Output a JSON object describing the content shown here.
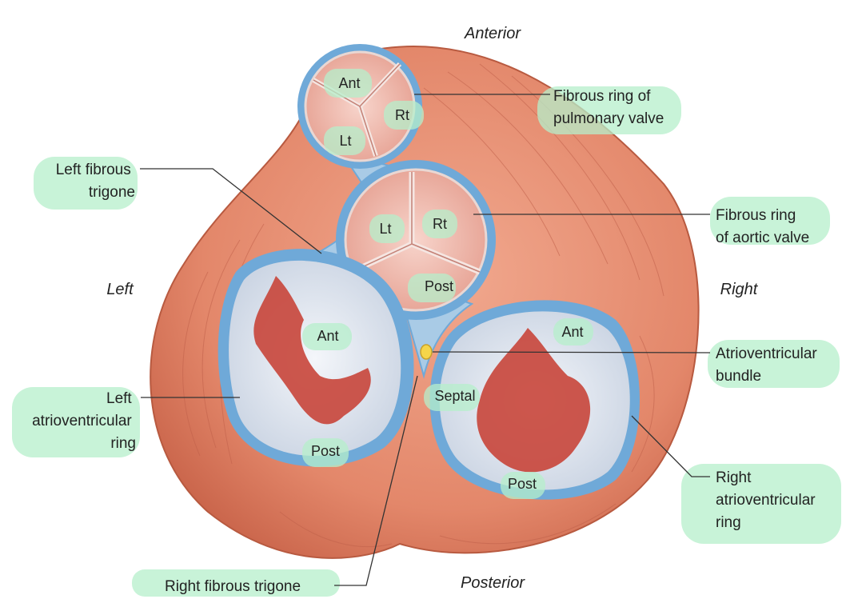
{
  "directions": {
    "anterior": "Anterior",
    "posterior": "Posterior",
    "left": "Left",
    "right": "Right"
  },
  "labels": {
    "pulmonary_ring": [
      "Fibrous ring of",
      "pulmonary valve"
    ],
    "left_fibrous_trigone": [
      "Left fibrous",
      "trigone"
    ],
    "aortic_ring": [
      "Fibrous ring",
      "of aortic valve"
    ],
    "atrioventricular_bundle": [
      "Atrioventricular",
      "bundle"
    ],
    "left_av_ring": [
      "Left",
      "atrioventricular",
      "ring"
    ],
    "right_av_ring": [
      "Right",
      "atrioventricular",
      "ring"
    ],
    "right_fibrous_trigone": "Right fibrous trigone"
  },
  "cusps": {
    "pulm_ant": "Ant",
    "pulm_rt": "Rt",
    "pulm_lt": "Lt",
    "aortic_lt": "Lt",
    "aortic_rt": "Rt",
    "aortic_post": "Post",
    "mitral_ant": "Ant",
    "mitral_post": "Post",
    "tricuspid_ant": "Ant",
    "tricuspid_septal": "Septal",
    "tricuspid_post": "Post"
  },
  "colors": {
    "muscle": "#e3876a",
    "muscle_dark": "#c9644a",
    "fibrous_ring": "#6fa9d8",
    "valve_cusp": "#eeb3a6",
    "leaflet_red": "#c8453a",
    "av_bundle": "#f5d54a",
    "highlight": "#b6efcb"
  }
}
